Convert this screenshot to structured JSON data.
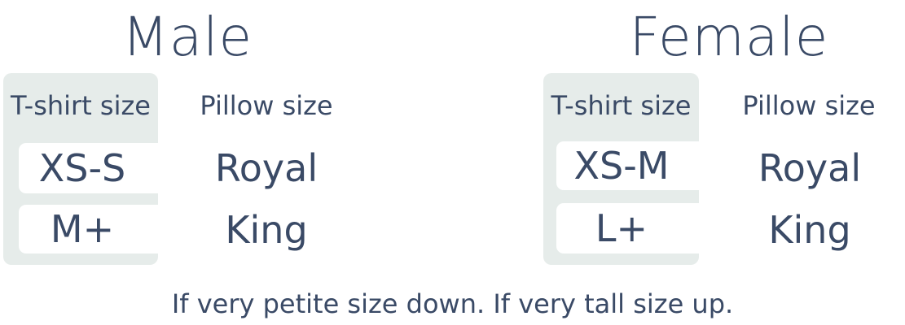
{
  "male": {
    "title": "Male",
    "tshirt_header": "T-shirt size",
    "pillow_header": "Pillow size",
    "rows": [
      {
        "tshirt": "XS-S",
        "pillow": "Royal"
      },
      {
        "tshirt": "M+",
        "pillow": "King"
      }
    ]
  },
  "female": {
    "title": "Female",
    "tshirt_header": "T-shirt size",
    "pillow_header": "Pillow size",
    "rows": [
      {
        "tshirt": "XS-M",
        "pillow": "Royal"
      },
      {
        "tshirt": "L+",
        "pillow": "King"
      }
    ]
  },
  "footnote": "If very petite size down. If very tall size up.",
  "colors": {
    "text": "#3a4a66",
    "panel": "#e6ecea",
    "background": "#ffffff"
  }
}
